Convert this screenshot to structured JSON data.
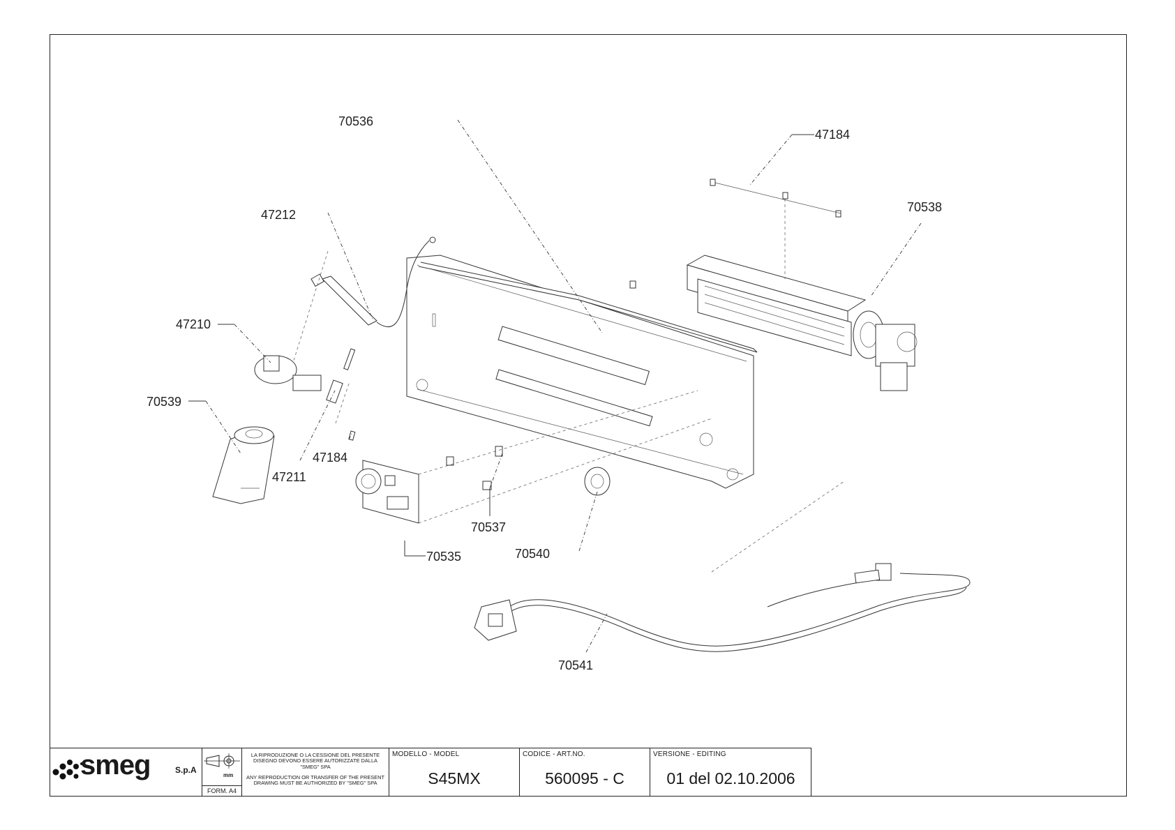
{
  "parts": [
    {
      "id": "70536"
    },
    {
      "id": "47184"
    },
    {
      "id": "70538"
    },
    {
      "id": "47212"
    },
    {
      "id": "47210"
    },
    {
      "id": "70539"
    },
    {
      "id": "47184"
    },
    {
      "id": "47211"
    },
    {
      "id": "70537"
    },
    {
      "id": "70535"
    },
    {
      "id": "70540"
    },
    {
      "id": "70541"
    }
  ],
  "title_block": {
    "logo": "smeg",
    "logo_suffix": "S.p.A",
    "unit": "mm",
    "form": "FORM. A4",
    "legal_it": "LA RIPRODUZIONE O LA CESSIONE DEL PRESENTE DISEGNO DEVONO ESSERE AUTORIZZATE DALLA \"SMEG\" SPA",
    "legal_en": "ANY REPRODUCTION OR TRANSFER OF THE PRESENT DRAWING MUST BE AUTHORIZED BY \"SMEG\" SPA",
    "model_caption": "MODELLO - MODEL",
    "model_value": "S45MX",
    "code_caption": "CODICE - ART.NO.",
    "code_value": "560095 - C",
    "version_caption": "VERSIONE - EDITING",
    "version_value": "01 del 02.10.2006"
  },
  "colors": {
    "line": "#333333",
    "border": "#222222",
    "paper": "#ffffff"
  }
}
